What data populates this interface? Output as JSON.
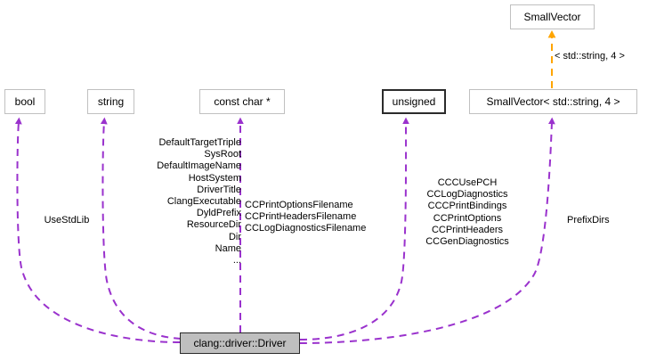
{
  "diagram": {
    "title": "clang::driver::Driver collaboration diagram",
    "colors": {
      "usage_edge": "#9a32cd",
      "template_edge": "#ffa500",
      "node_border": "#c0c0c0",
      "node_border_strong": "#2b2b2b",
      "node_fill_highlight": "#bfbfbf",
      "background": "#ffffff",
      "text": "#000000"
    },
    "nodes": [
      {
        "id": "bool",
        "label": "bool",
        "style": "plain"
      },
      {
        "id": "string",
        "label": "string",
        "style": "plain"
      },
      {
        "id": "const-char-ptr",
        "label": "const char *",
        "style": "plain"
      },
      {
        "id": "unsigned",
        "label": "unsigned",
        "style": "bold-border"
      },
      {
        "id": "smallvector",
        "label": "SmallVector",
        "style": "plain"
      },
      {
        "id": "smallvector-inst",
        "label": "SmallVector< std::string, 4 >",
        "style": "plain"
      },
      {
        "id": "driver",
        "label": "clang::driver::Driver",
        "style": "filled"
      }
    ],
    "edge_labels": {
      "bool_fields": "UseStdLib",
      "string_fields": [
        "DefaultTargetTriple",
        "SysRoot",
        "DefaultImageName",
        "HostSystem",
        "DriverTitle",
        "ClangExecutable",
        "DyldPrefix",
        "ResourceDir",
        "Dir",
        "Name",
        "..."
      ],
      "const_char_ptr_fields": [
        "CCPrintOptionsFilename",
        "CCPrintHeadersFilename",
        "CCLogDiagnosticsFilename"
      ],
      "unsigned_fields": [
        "CCCUsePCH",
        "CCLogDiagnostics",
        "CCCPrintBindings",
        "CCPrintOptions",
        "CCPrintHeaders",
        "CCGenDiagnostics"
      ],
      "smallvector_inst_fields": "PrefixDirs",
      "template_binding": "< std::string, 4 >"
    }
  }
}
